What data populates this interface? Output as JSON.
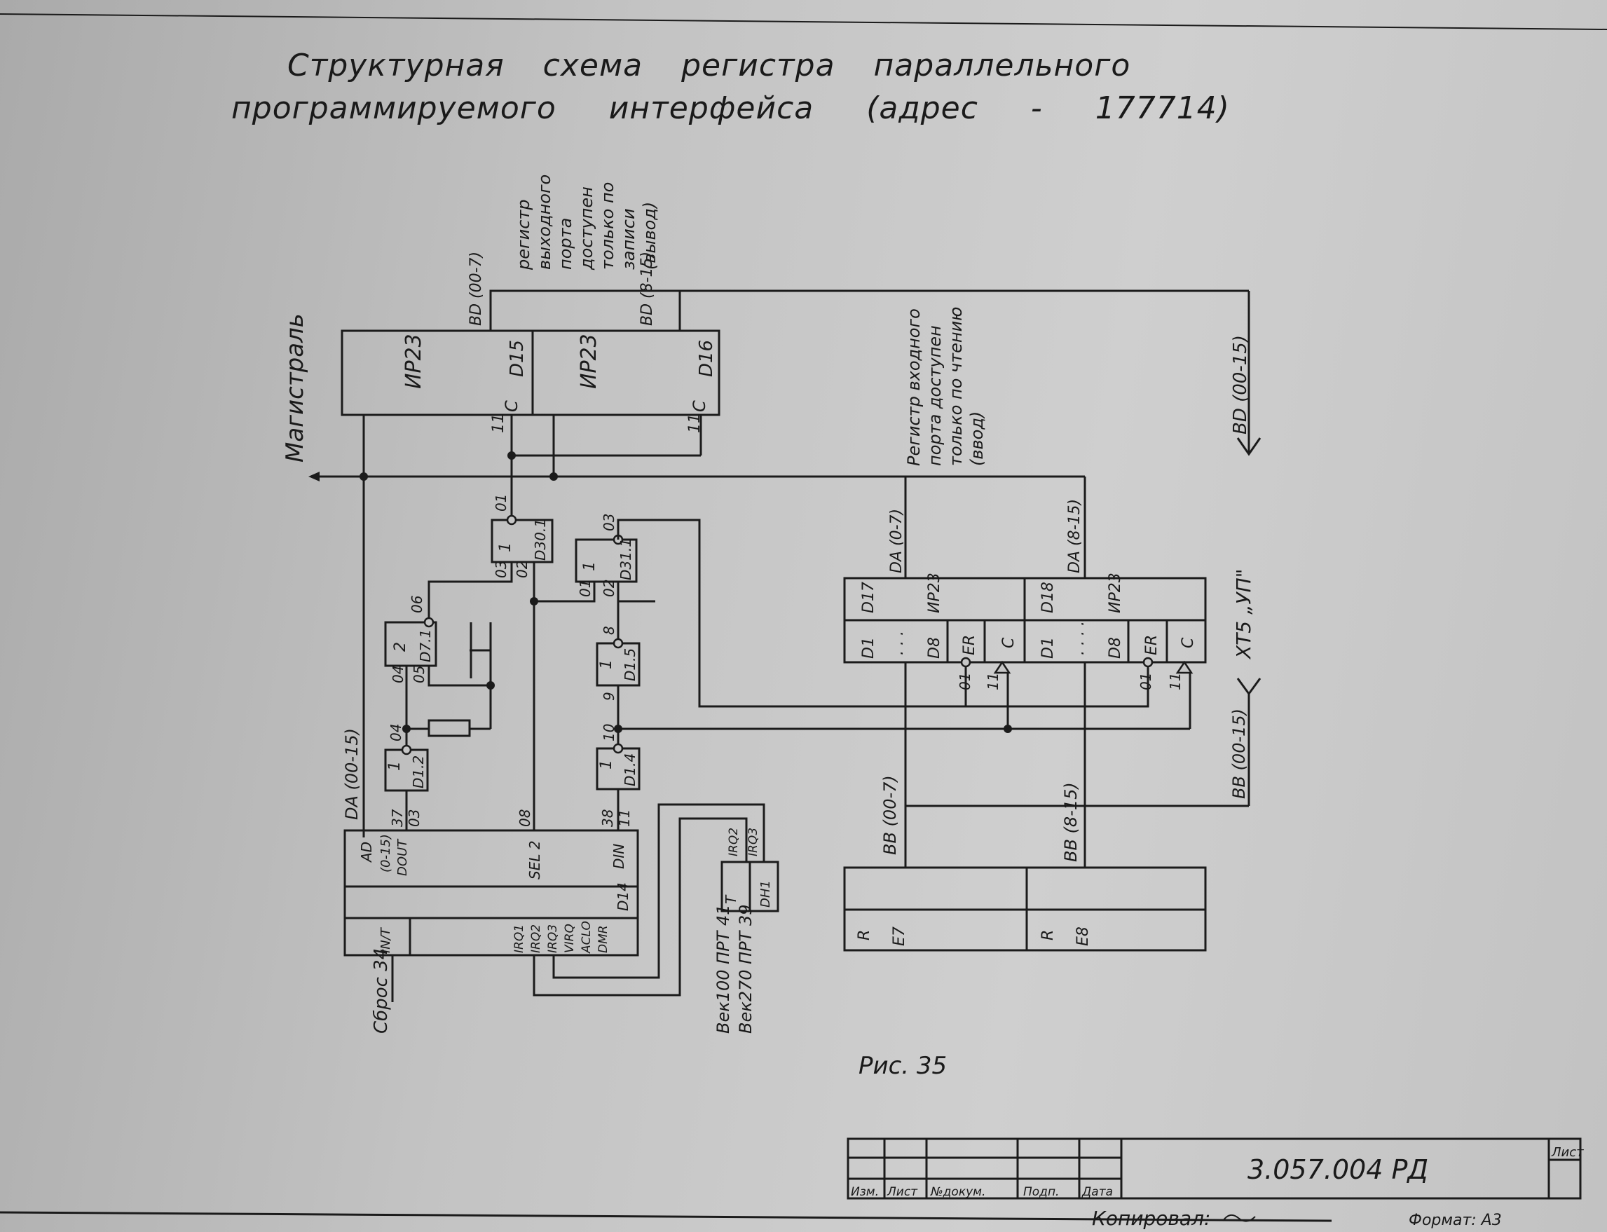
{
  "title": {
    "line1": "Структурная схема регистра параллельного",
    "line2": "программируемого интерфейса (адрес - 177714)"
  },
  "labels": {
    "magistral": "Магистраль",
    "reg_out_note": [
      "регистр",
      "выходного",
      "порта",
      "доступен",
      "только по",
      "записи",
      "(вывод)"
    ],
    "reg_in_note": [
      "Регистр входного",
      "порта доступен",
      "только по чтению",
      "(ввод)"
    ],
    "bd_00_7": "ВD (00-7)",
    "bd_8_15": "ВD (8-15)",
    "bd_00_15": "ВD (00-15)",
    "da_00_15": "DA (00-15)",
    "da_0_7": "DA (0-7)",
    "da_8_15": "DA (8-15)",
    "bb_00_7": "ВВ (00-7)",
    "bb_8_15": "ВВ (8-15)",
    "bb_00_15": "ВВ (00-15)",
    "xt5": "XT5 „УП\"",
    "sbros": "Сброс 34",
    "vek100": "Век100  ПРТ 41",
    "vek270": "Век270  ПРТ 39",
    "fig": "Рис. 35"
  },
  "chips": {
    "d15": {
      "type": "ИР23",
      "ref": "D15",
      "clk": "C",
      "pin": "11"
    },
    "d16": {
      "type": "ИР23",
      "ref": "D16",
      "clk": "C",
      "pin": "11"
    },
    "d17": {
      "ref": "D17",
      "type": "ИР23",
      "pins": [
        "D1",
        ". . .",
        "D8",
        "ER",
        "C"
      ],
      "er_pin": "01",
      "c_pin": "11"
    },
    "d18": {
      "ref": "D18",
      "type": "ИР23",
      "pins": [
        "D1",
        ". . . .",
        "D8",
        "ER",
        "C"
      ],
      "er_pin": "01",
      "c_pin": "11"
    },
    "d14": {
      "ref": "D14",
      "pins_top": [
        "AD",
        "(0-15)",
        "DOUT",
        "SEL 2",
        "DIN"
      ],
      "pins_bottom": [
        "IN/T",
        "IRQ1",
        "IRQ2",
        "IRQ3",
        "VIRQ",
        "ACLO",
        "DMR"
      ],
      "pin_nums": [
        "37",
        "03",
        "08",
        "38",
        "11"
      ]
    },
    "e7": {
      "r": "R",
      "ref": "E7"
    },
    "e8": {
      "r": "R",
      "ref": "E8"
    },
    "dh1": {
      "t": "T",
      "ref": "DH1",
      "irq2": "IRQ2",
      "irq3": "IRQ3"
    },
    "d30_1": {
      "fn": "1",
      "ref": "D30.1",
      "in1": "03",
      "in2": "02",
      "out": "01"
    },
    "d31_1": {
      "fn": "1",
      "ref": "D31.1",
      "in1": "01",
      "in2": "02",
      "out": "03"
    },
    "d7_1": {
      "fn": "2",
      "ref": "D7.1",
      "in1": "04",
      "in2": "05",
      "out": "06"
    },
    "d1_5": {
      "fn": "1",
      "ref": "D1.5",
      "in": "9",
      "out": "8"
    },
    "d1_2": {
      "fn": "1",
      "ref": "D1.2",
      "in": "03",
      "out": "04"
    },
    "d1_4": {
      "fn": "1",
      "ref": "D1.4",
      "in": "11",
      "out": "10"
    }
  },
  "stamp": {
    "headers": [
      "Изм.",
      "Лист",
      "№докум.",
      "Подп.",
      "Дата"
    ],
    "doc": "3.057.004 РД",
    "sheet": "Лист",
    "copied": "Копировал:",
    "format": "Формат: А3"
  }
}
